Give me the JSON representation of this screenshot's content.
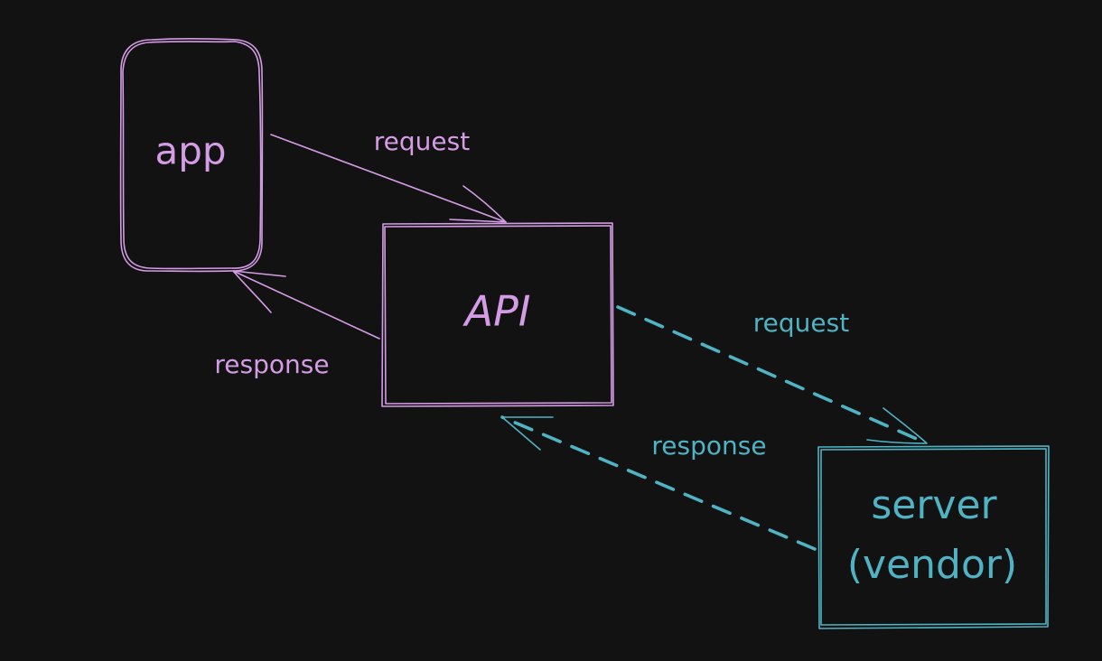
{
  "nodes": {
    "app": {
      "label": "app",
      "color": "#d59ce6"
    },
    "api": {
      "label": "API",
      "color": "#d59ce6"
    },
    "server": {
      "label_line1": "server",
      "label_line2": "(vendor)",
      "color": "#4fb3c3"
    }
  },
  "edges": {
    "app_to_api": {
      "label": "request",
      "color": "#d59ce6",
      "style": "solid"
    },
    "api_to_app": {
      "label": "response",
      "color": "#d59ce6",
      "style": "solid"
    },
    "api_to_server": {
      "label": "request",
      "color": "#4fb3c3",
      "style": "dashed"
    },
    "server_to_api": {
      "label": "response",
      "color": "#4fb3c3",
      "style": "dashed"
    }
  },
  "background": "#121212"
}
